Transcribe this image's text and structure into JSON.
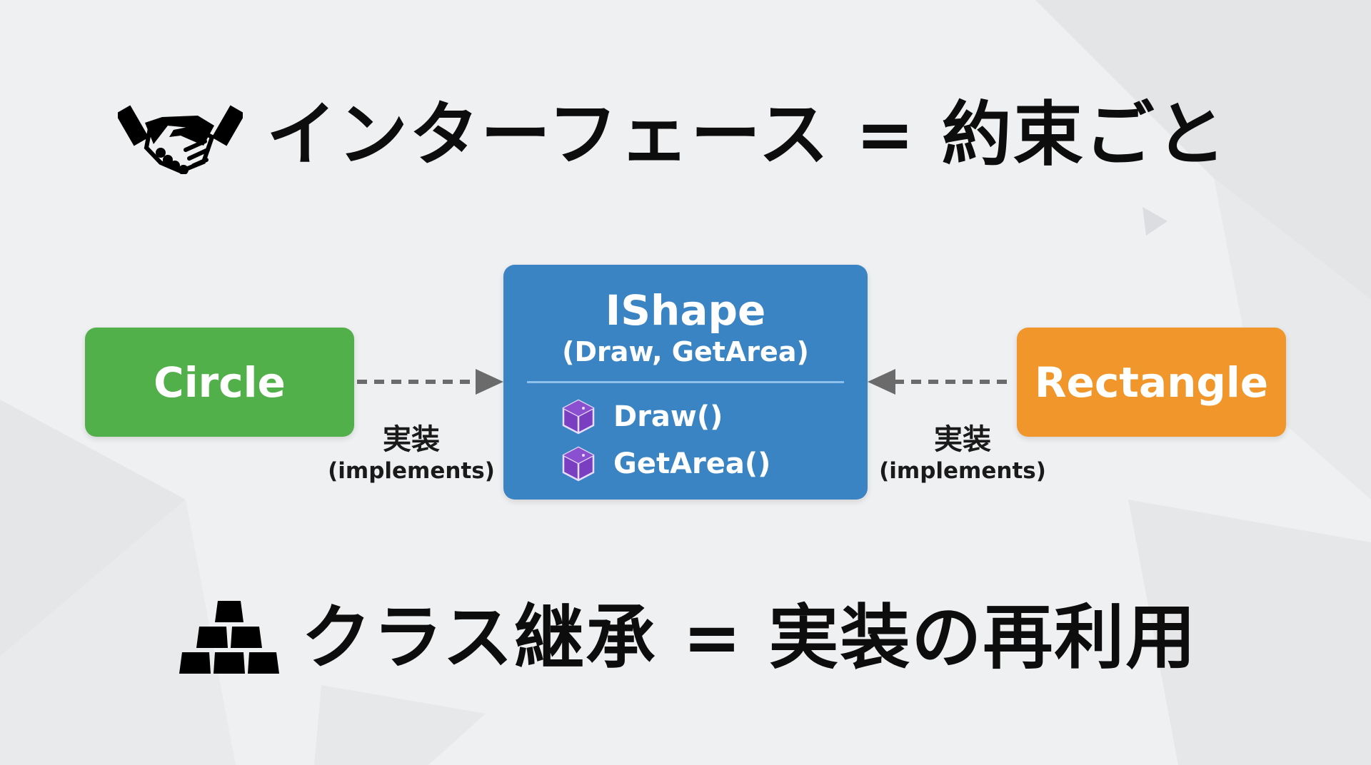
{
  "title": {
    "text": "インターフェース = 約束ごと",
    "icon": "handshake-icon"
  },
  "diagram": {
    "interface": {
      "name": "IShape",
      "subtitle": "(Draw, GetArea)",
      "methods": [
        "Draw()",
        "GetArea()"
      ],
      "method_icon": "cube-icon",
      "color": "#3a84c4"
    },
    "left_class": {
      "name": "Circle",
      "color": "#52b04a"
    },
    "right_class": {
      "name": "Rectangle",
      "color": "#f0962a"
    },
    "left_relation": {
      "jp": "実装",
      "en": "(implements)"
    },
    "right_relation": {
      "jp": "実装",
      "en": "(implements)"
    }
  },
  "footer": {
    "text": "クラス継承 = 実装の再利用",
    "icon": "stacked-bars-icon"
  }
}
